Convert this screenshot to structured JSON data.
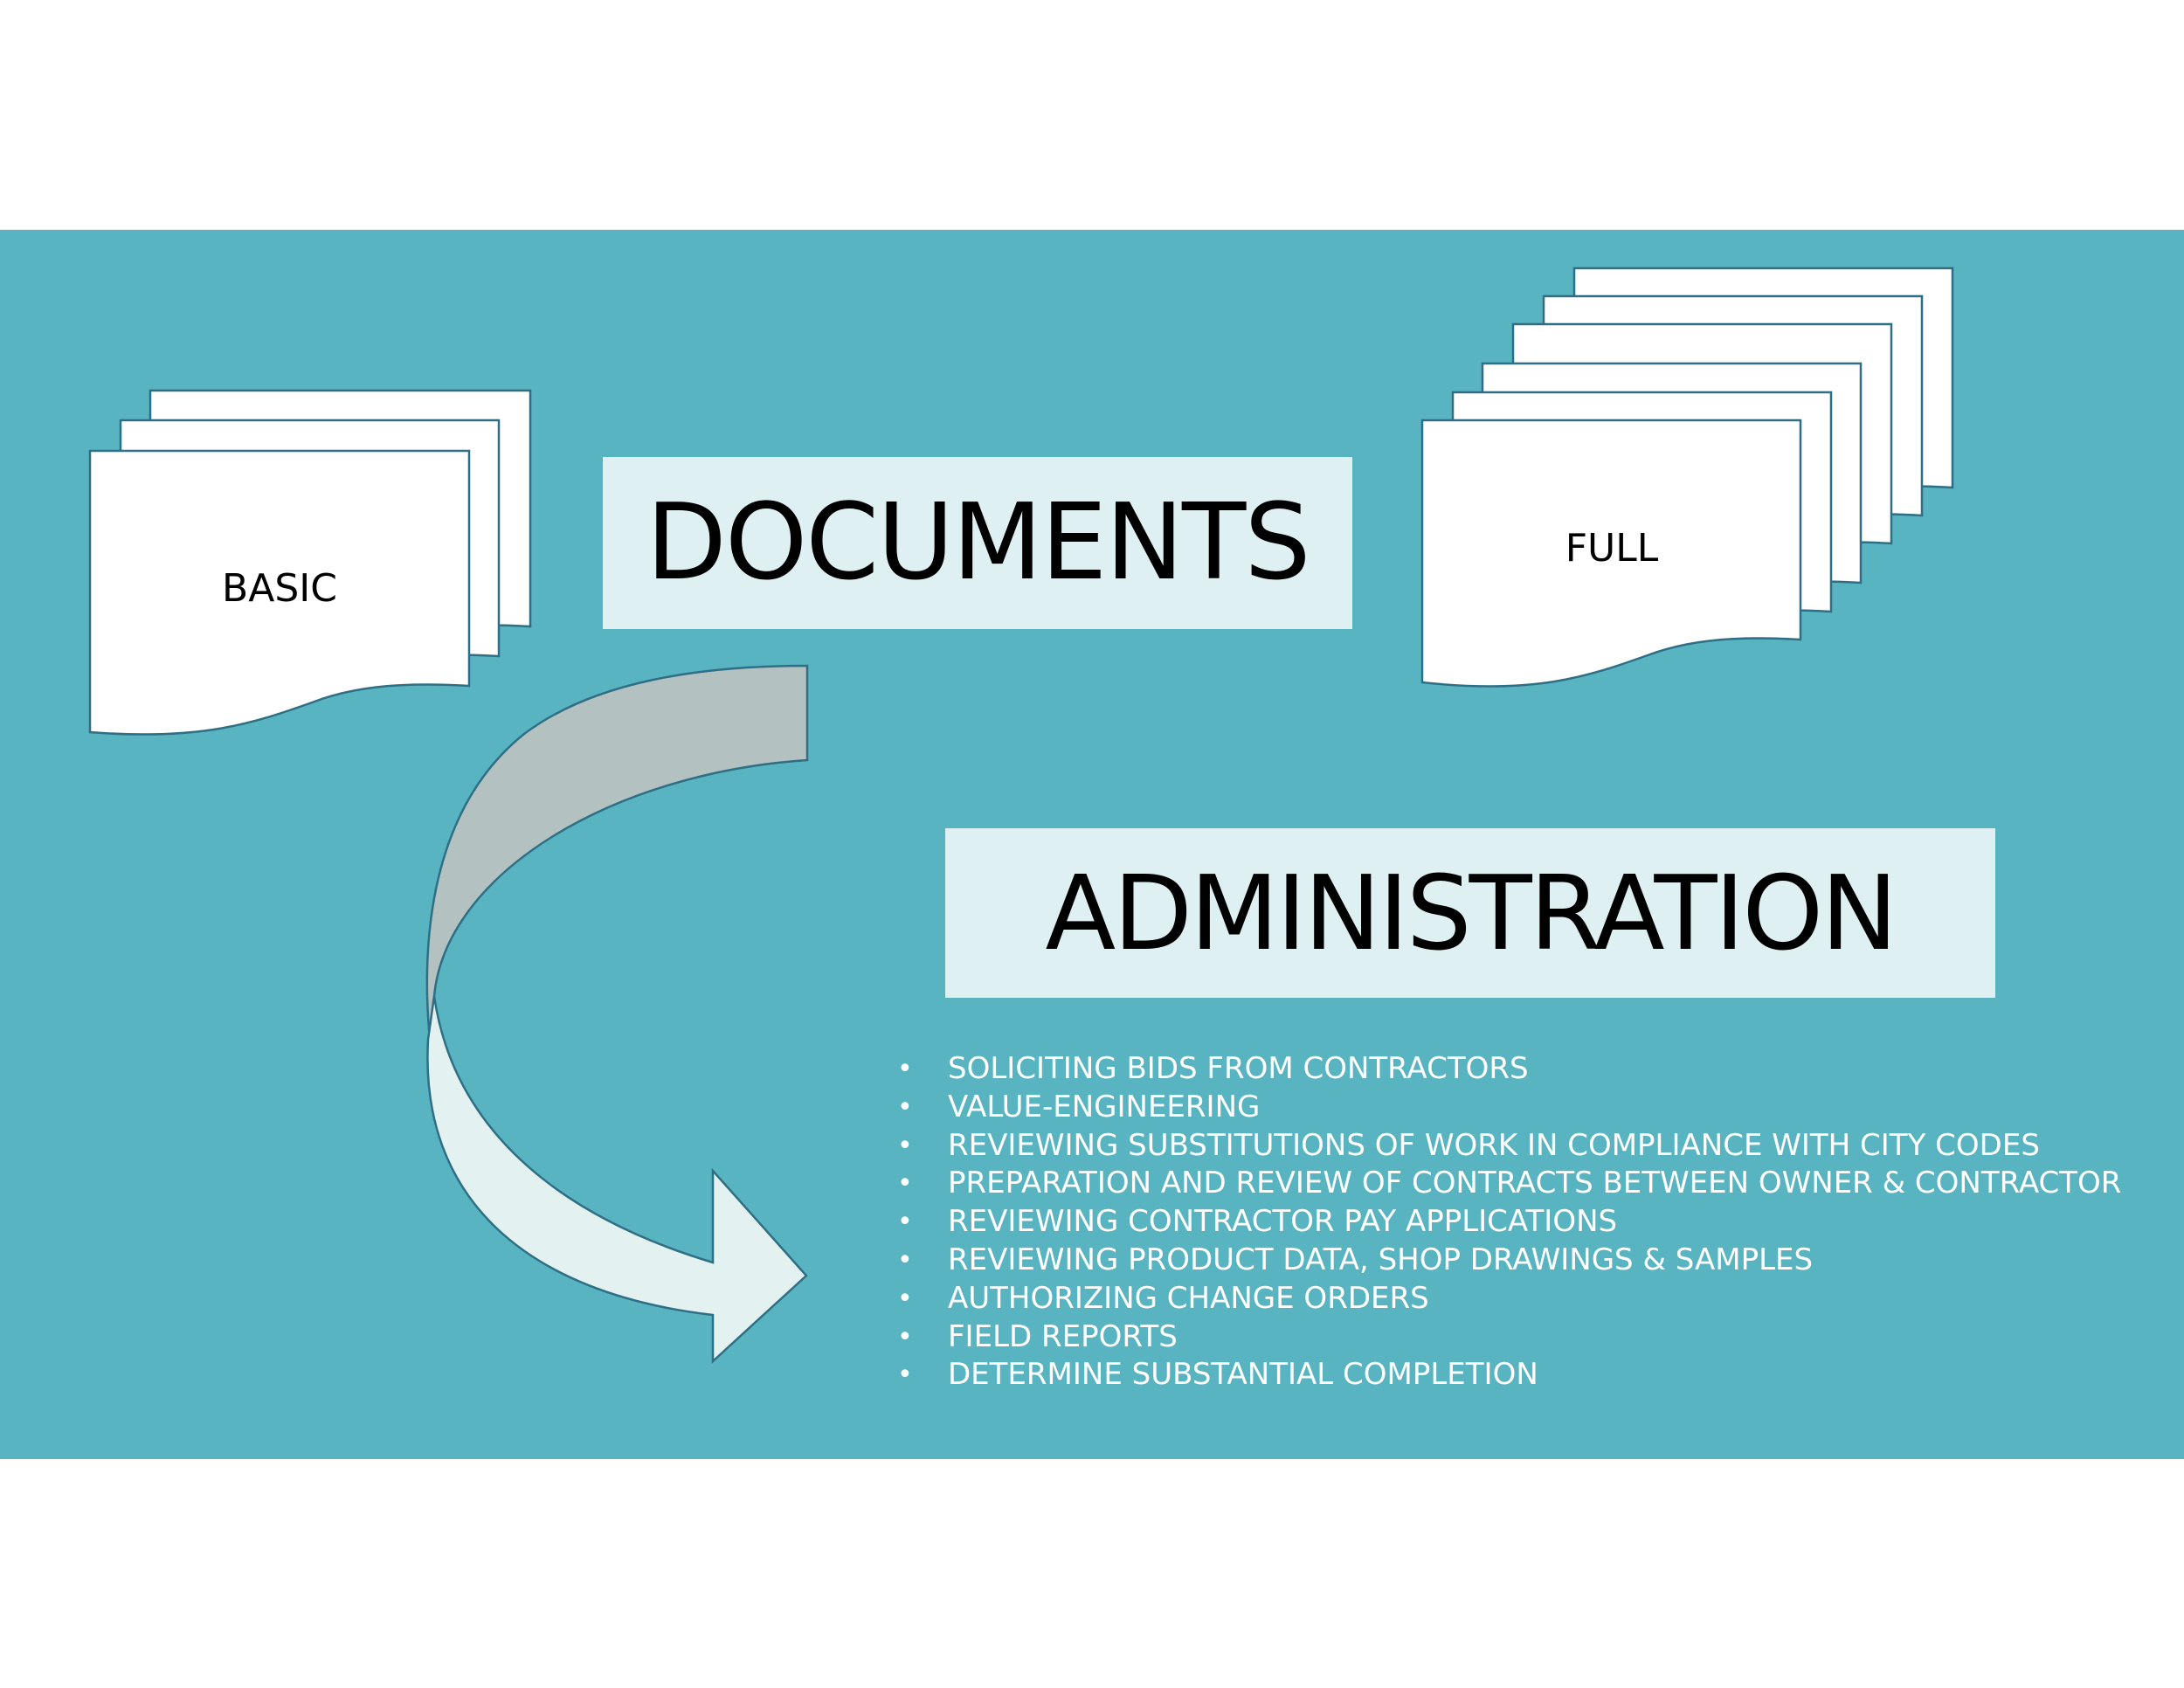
{
  "colors": {
    "band": "#59b4c1",
    "title_box": "#dff0f2",
    "page_fill": "#ffffff",
    "page_stroke": "#2f6f85",
    "arrow_top": "#b3c2c0",
    "arrow_bottom": "#e3f2f1"
  },
  "basic_stack": {
    "label": "BASIC",
    "page_count": 3
  },
  "full_stack": {
    "label": "FULL",
    "page_count": 6
  },
  "titles": {
    "documents": "DOCUMENTS",
    "administration": "ADMINISTRATION"
  },
  "arrow": {
    "icon": "curved-arrow-icon"
  },
  "bullet_symbol": "•",
  "administration_items": [
    "SOLICITING BIDS FROM CONTRACTORS",
    "VALUE-ENGINEERING",
    "REVIEWING SUBSTITUTIONS OF WORK IN COMPLIANCE WITH CITY CODES",
    "PREPARATION AND REVIEW OF CONTRACTS  BETWEEN OWNER & CONTRACTOR",
    "REVIEWING CONTRACTOR PAY APPLICATIONS",
    "REVIEWING PRODUCT DATA, SHOP DRAWINGS & SAMPLES",
    "AUTHORIZING CHANGE ORDERS",
    "FIELD REPORTS",
    "DETERMINE SUBSTANTIAL COMPLETION"
  ]
}
